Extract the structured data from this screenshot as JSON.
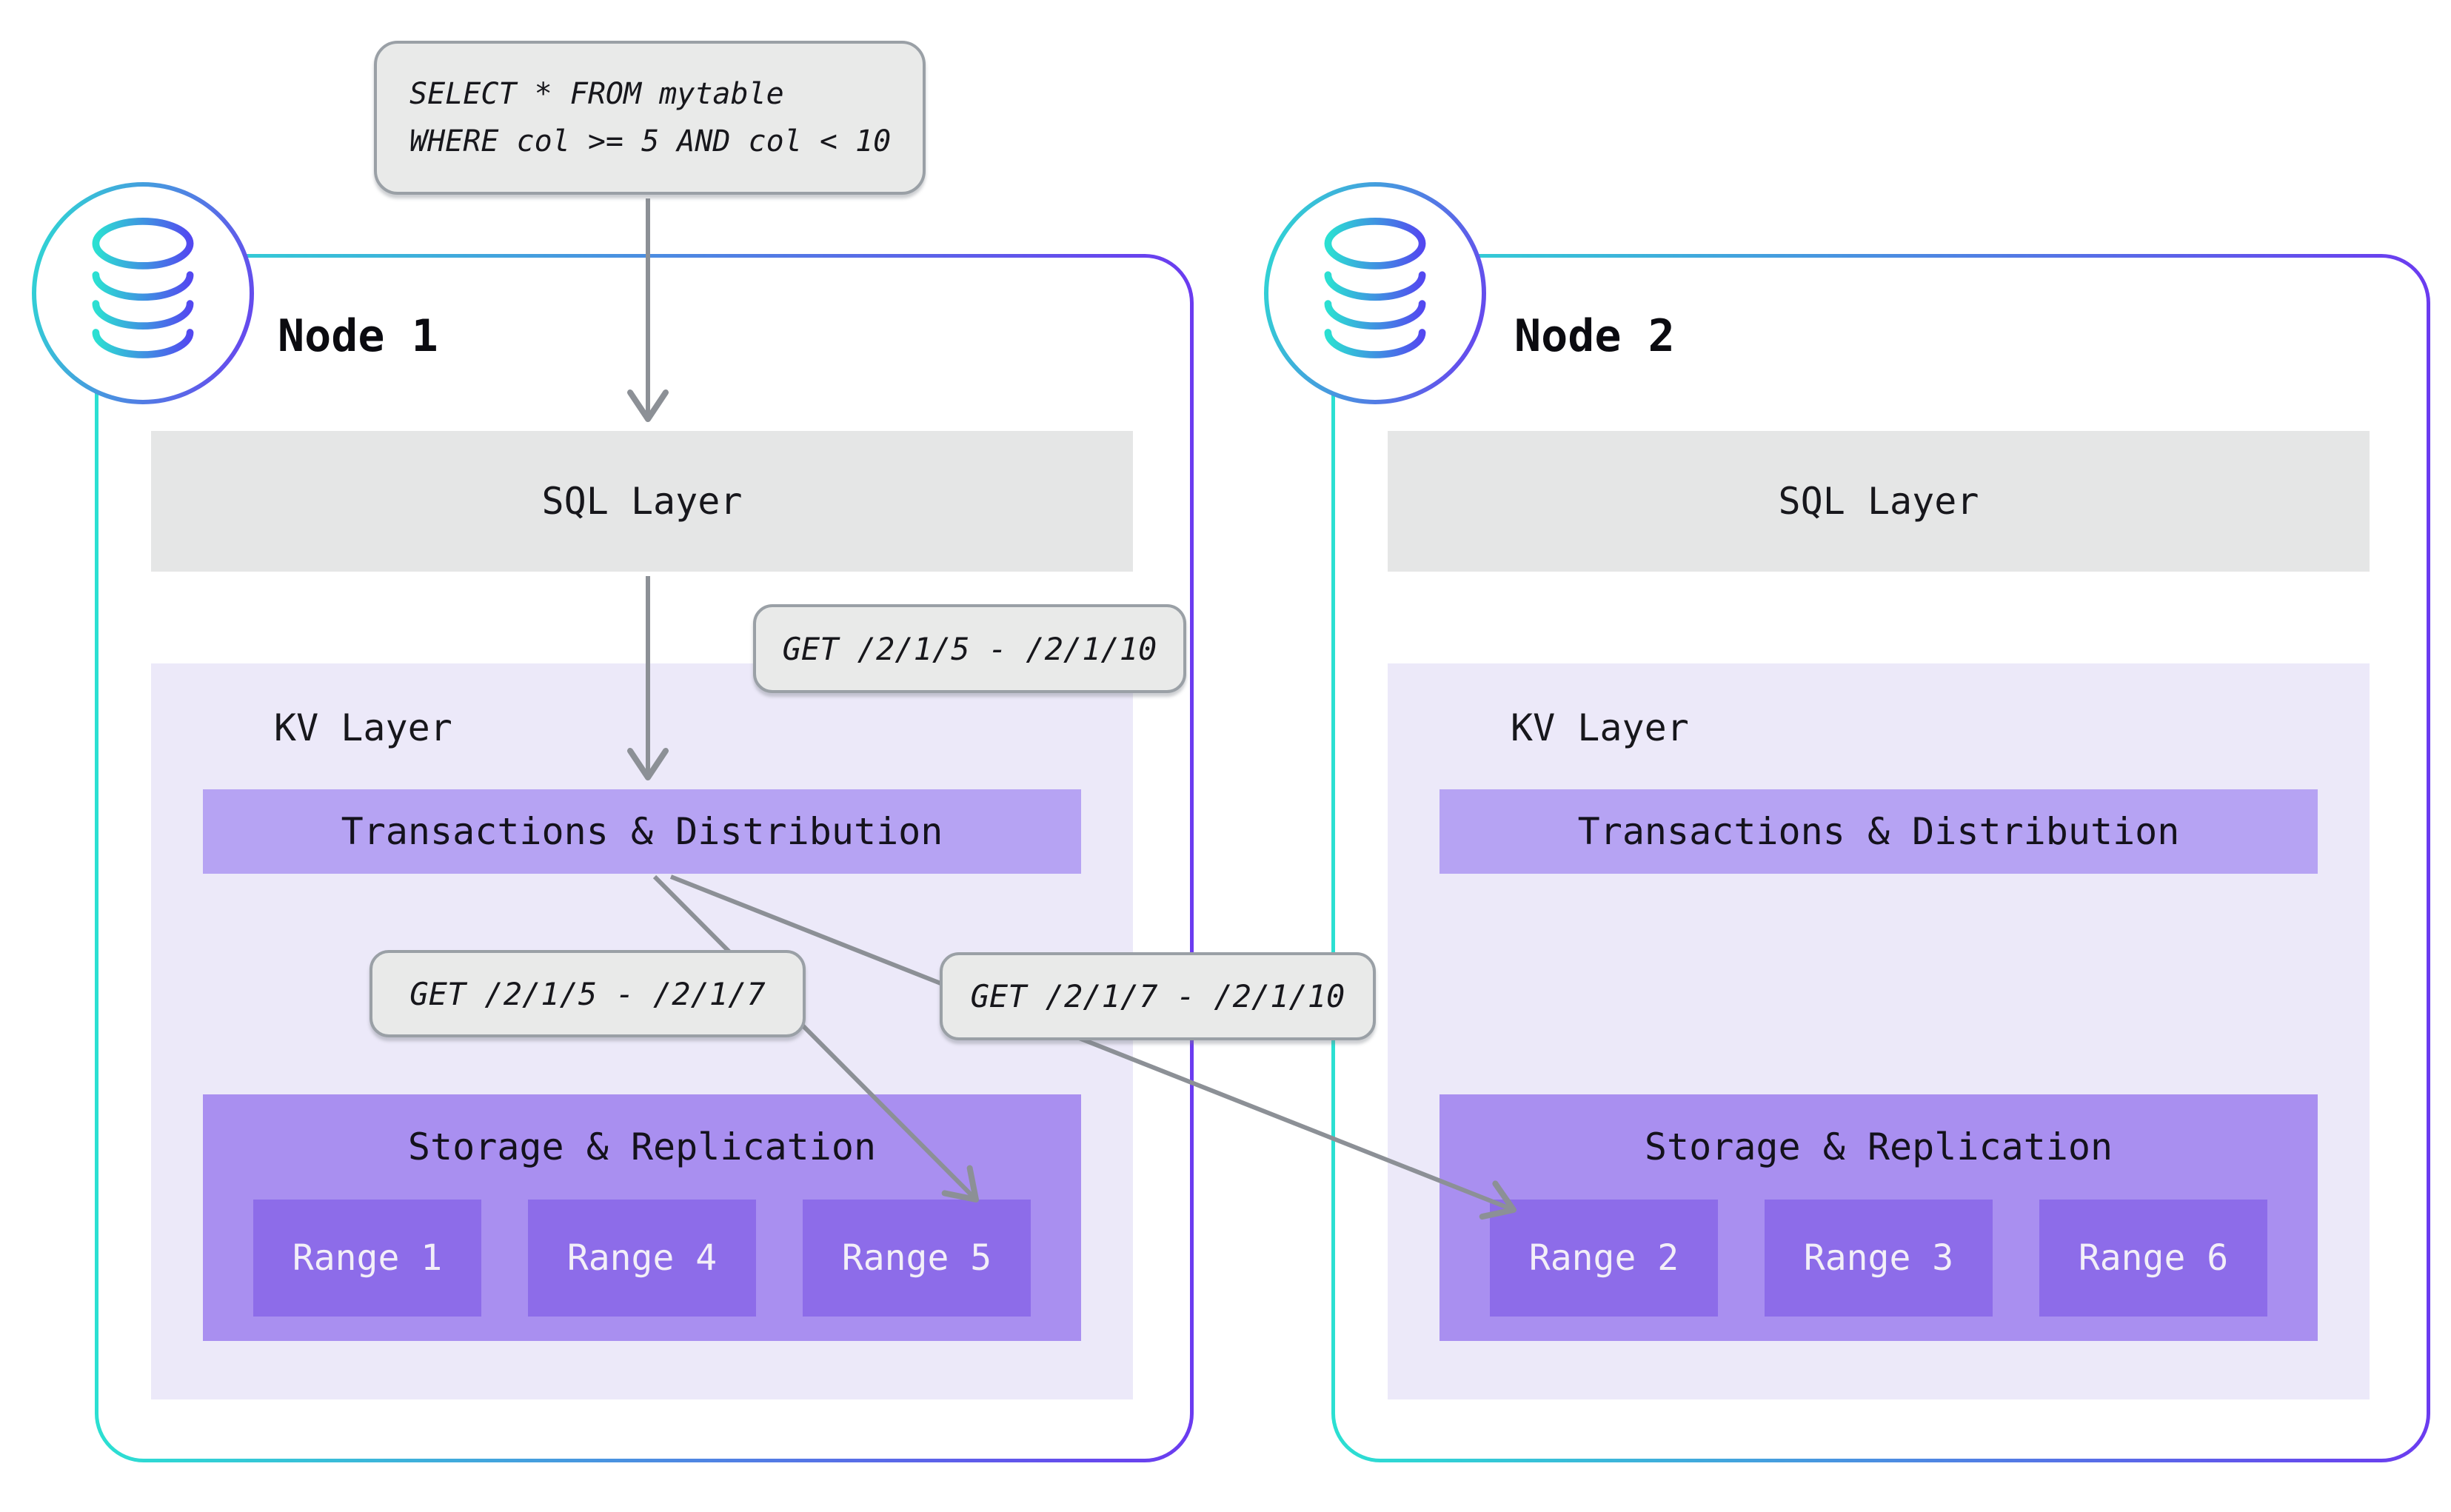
{
  "colors": {
    "teal": "#2be0d2",
    "purple": "#6b3bf0",
    "icon_blue": "#5348f0",
    "kv_bg": "#ece9f9",
    "txn_bg": "#b6a3f3",
    "storage_bg": "#a98ff0",
    "range_bg": "#8d6ce9",
    "range_text": "#f3eff8",
    "layer_bg": "#e5e6e6",
    "callout_bg": "#e9eae9",
    "callout_border": "#9aa0a6",
    "arrow": "#8c9096",
    "text": "#17171c"
  },
  "query_callout": {
    "line1": "SELECT * FROM mytable",
    "line2": "WHERE col >= 5 AND col < 10"
  },
  "callouts": {
    "sql_to_kv": "GET /2/1/5 - /2/1/10",
    "kv_local": "GET /2/1/5 - /2/1/7",
    "kv_remote": "GET /2/1/7 - /2/1/10"
  },
  "nodes": [
    {
      "title": "Node 1",
      "icon": "database-icon",
      "sql_layer_label": "SQL Layer",
      "kv_layer_label": "KV Layer",
      "transactions_label": "Transactions & Distribution",
      "storage_label": "Storage & Replication",
      "ranges": [
        "Range 1",
        "Range 4",
        "Range 5"
      ]
    },
    {
      "title": "Node 2",
      "icon": "database-icon",
      "sql_layer_label": "SQL Layer",
      "kv_layer_label": "KV Layer",
      "transactions_label": "Transactions & Distribution",
      "storage_label": "Storage & Replication",
      "ranges": [
        "Range 2",
        "Range 3",
        "Range 6"
      ]
    }
  ],
  "flows": [
    {
      "from": "sql-query-callout",
      "to": "node-1-sql-layer"
    },
    {
      "from": "node-1-sql-layer",
      "to": "node-1-transactions-box"
    },
    {
      "from": "node-1-transactions-box",
      "to": "node-1-range-5"
    },
    {
      "from": "node-1-transactions-box",
      "to": "node-2-range-2"
    }
  ]
}
